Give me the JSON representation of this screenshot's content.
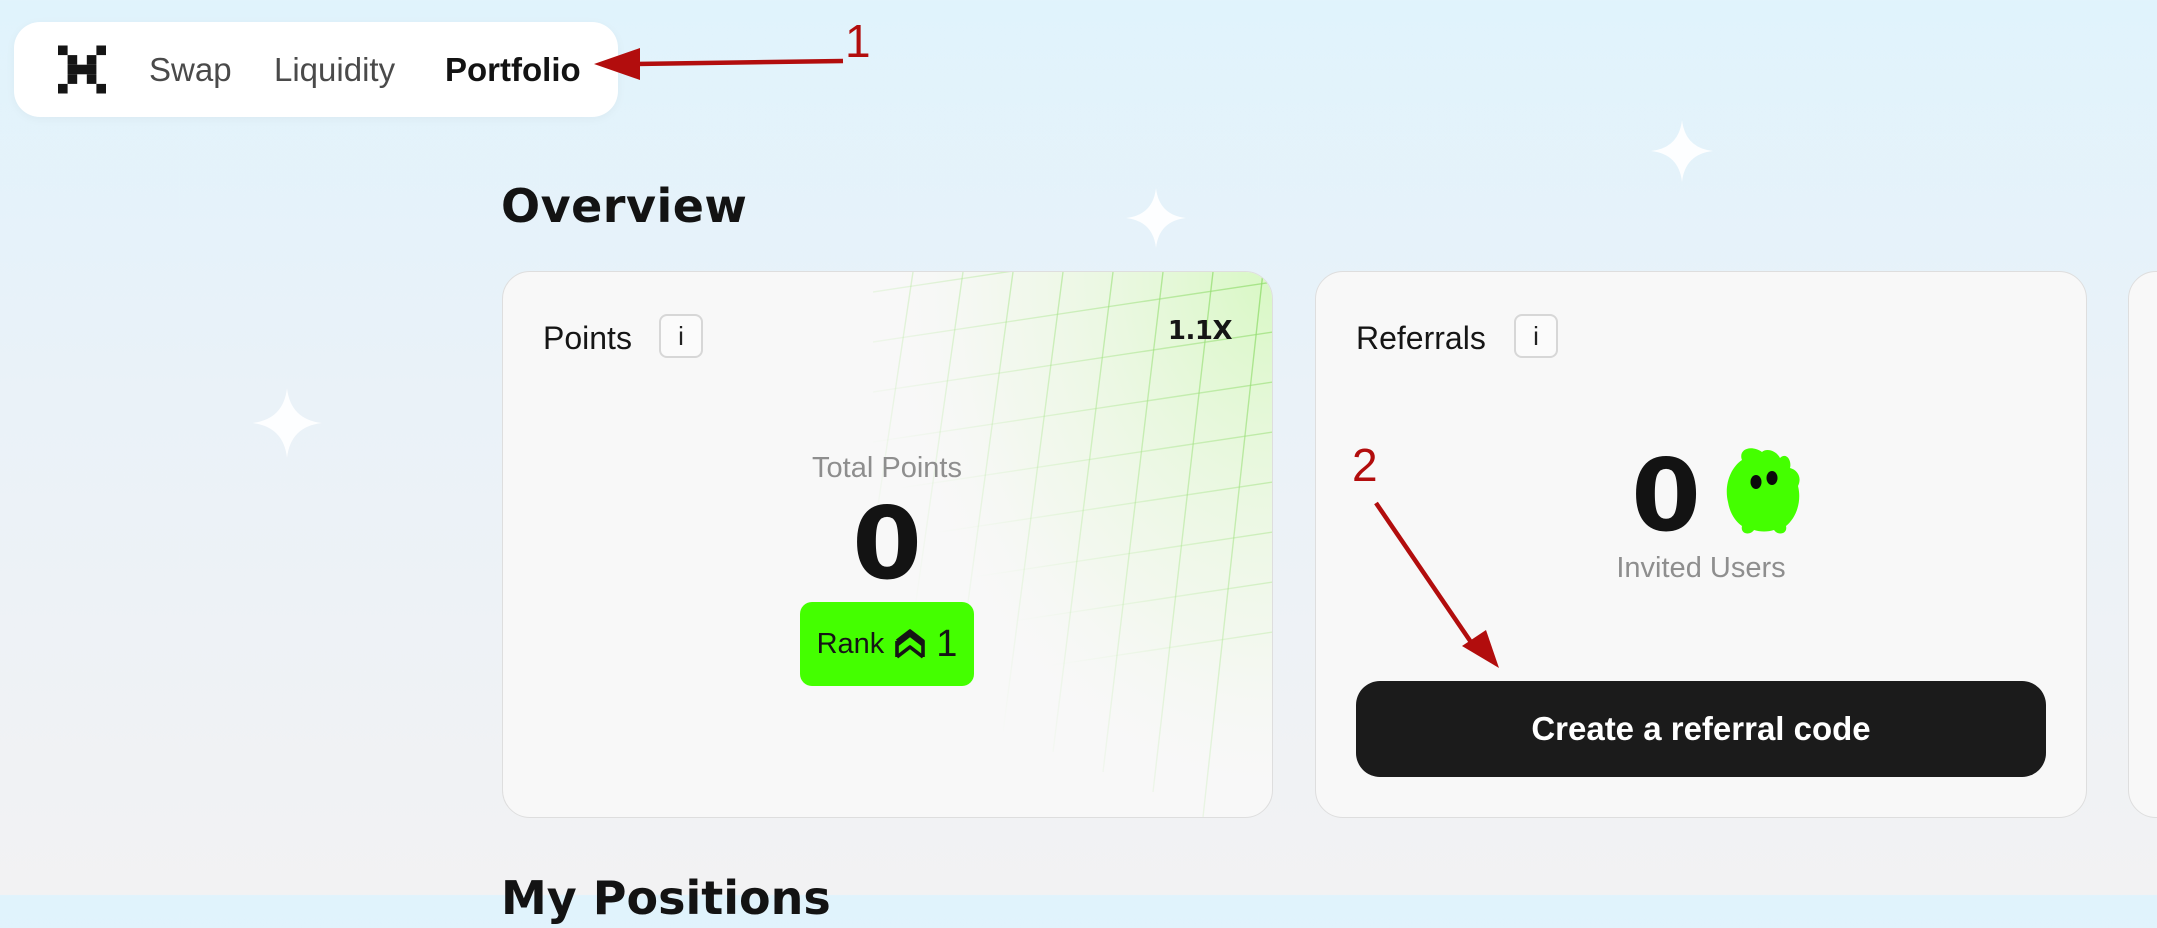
{
  "nav": {
    "links": [
      {
        "label": "Swap"
      },
      {
        "label": "Liquidity"
      },
      {
        "label": "Portfolio",
        "active": true
      }
    ]
  },
  "page": {
    "title": "Overview",
    "next_section_title": "My Positions"
  },
  "points_card": {
    "title": "Points",
    "info_label": "i",
    "multiplier": "1.1X",
    "total_label": "Total Points",
    "total_value": "0",
    "rank_label": "Rank",
    "rank_value": "1"
  },
  "referrals_card": {
    "title": "Referrals",
    "info_label": "i",
    "invited_value": "0",
    "invited_label": "Invited Users",
    "create_button": "Create a referral code"
  },
  "annotations": [
    {
      "label": "1"
    },
    {
      "label": "2"
    }
  ],
  "colors": {
    "accent_green": "#44ff00",
    "annotation_red": "#b20d0d",
    "button_dark": "#1b1b1b"
  }
}
